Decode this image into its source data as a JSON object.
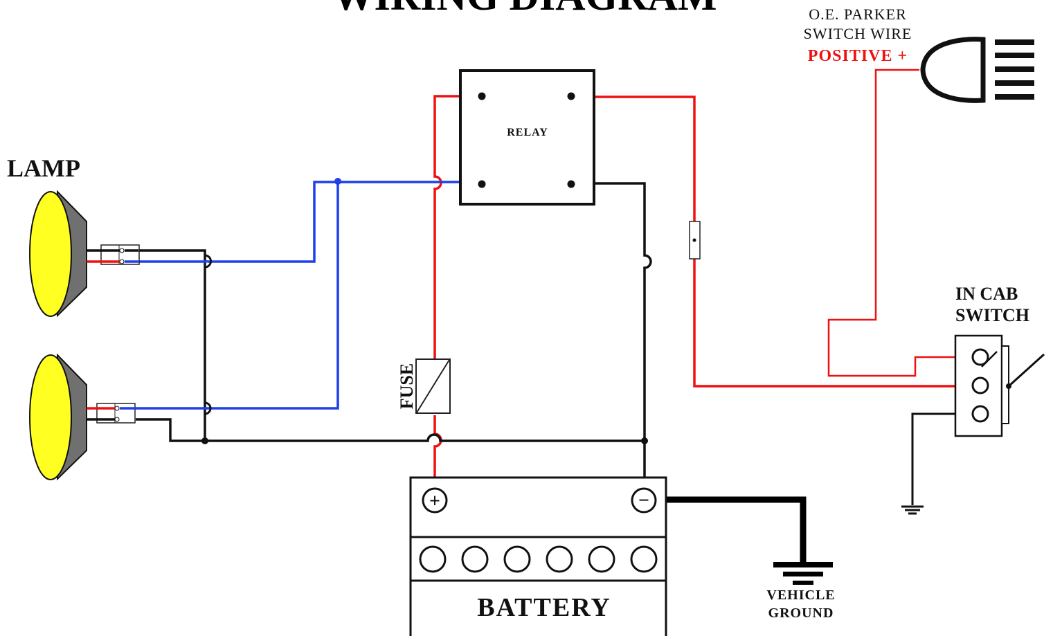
{
  "title": "WIRING DIAGRAM",
  "labels": {
    "lamp": "LAMP",
    "relay": "RELAY",
    "fuse": "FUSE",
    "battery": "BATTERY",
    "battery_positive": "+",
    "battery_negative": "−",
    "vehicle_ground_line1": "VEHICLE",
    "vehicle_ground_line2": "GROUND",
    "in_cab_switch_line1": "IN CAB",
    "in_cab_switch_line2": "SWITCH",
    "parker_line1": "O.E.  PARKER",
    "parker_line2": "SWITCH WIRE",
    "parker_line3": "POSITIVE +"
  },
  "colors": {
    "positive_wire": "#ee1111",
    "trigger_wire": "#1f3fe8",
    "ground_wire": "#111111",
    "lamp_lens": "#ffff22",
    "lamp_body": "#707070",
    "background": "#ffffff"
  },
  "icons": [
    "lamp-icon",
    "relay-icon",
    "fuse-icon",
    "battery-icon",
    "ground-symbol-icon",
    "toggle-switch-icon",
    "headlight-symbol-icon"
  ]
}
